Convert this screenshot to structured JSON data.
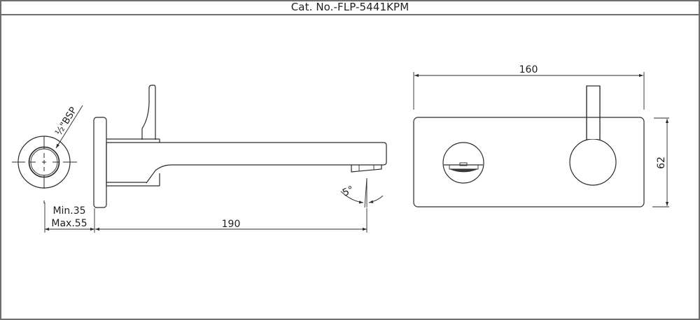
{
  "header": {
    "title": "Cat. No.-FLP-5441KPM"
  },
  "views": {
    "pipe_section": {
      "thread_label": "½\"BSP"
    },
    "side_view": {
      "wall_depth_min": "Min.35",
      "wall_depth_max": "Max.55",
      "spout_projection": "190",
      "spout_angle": "5°"
    },
    "front_view": {
      "plate_width": "160",
      "plate_height": "62"
    }
  },
  "colors": {
    "line": "#2a2a2a",
    "frame": "#6e6e6e",
    "background": "#ffffff"
  }
}
